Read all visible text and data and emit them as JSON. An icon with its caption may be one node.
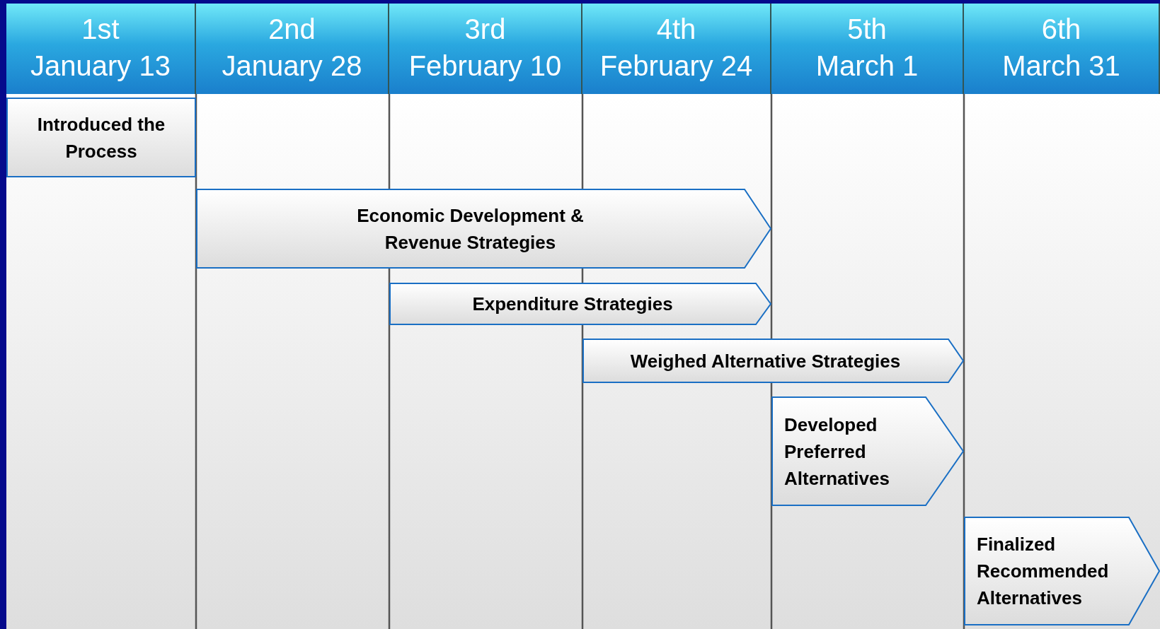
{
  "diagram": {
    "nodes": [
      {
        "text": [
          "1st",
          "January 13"
        ]
      },
      {
        "text": [
          "2nd",
          "January 28"
        ]
      },
      {
        "text": [
          "3rd",
          "February 10"
        ]
      },
      {
        "text": [
          "4th",
          "February 24"
        ]
      },
      {
        "text": [
          "5th",
          "March 1"
        ]
      },
      {
        "text": [
          "6th",
          "March 31"
        ]
      },
      {
        "text": [
          "Introduced the Process"
        ]
      },
      {
        "text": [
          "Economic Development & Revenue Strategies"
        ]
      },
      {
        "text": [
          "Expenditure Strategies"
        ]
      },
      {
        "text": [
          "Weighed Alternative Strategies"
        ]
      },
      {
        "text": [
          "Developed Preferred Alternatives"
        ]
      },
      {
        "text": [
          "Finalized Recommended Alternatives"
        ]
      }
    ]
  }
}
